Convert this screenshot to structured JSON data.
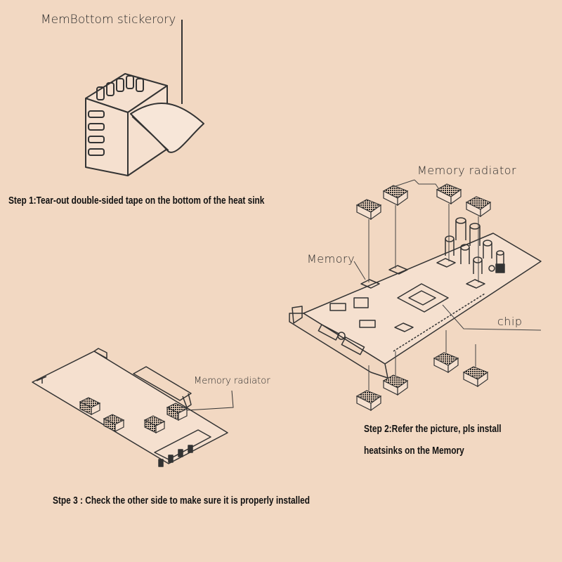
{
  "labels": {
    "bottom_sticker": "MemBottom stickerory",
    "memory_radiator_top": "Memory radiator",
    "memory": "Memory",
    "chip": "chip",
    "memory_radiator_bottom": "Memory radiator"
  },
  "steps": {
    "step1": "Step 1:Tear-out  double-sided tape on the bottom of the heat sink",
    "step2_line1": "Step 2:Refer the picture, pls install",
    "step2_line2": "heatsinks on the Memory",
    "step3": "Stpe 3 :   Check the other side to make sure it is properly installed"
  },
  "colors": {
    "background": "#f2d8c2",
    "line": "#2a2a2a"
  }
}
